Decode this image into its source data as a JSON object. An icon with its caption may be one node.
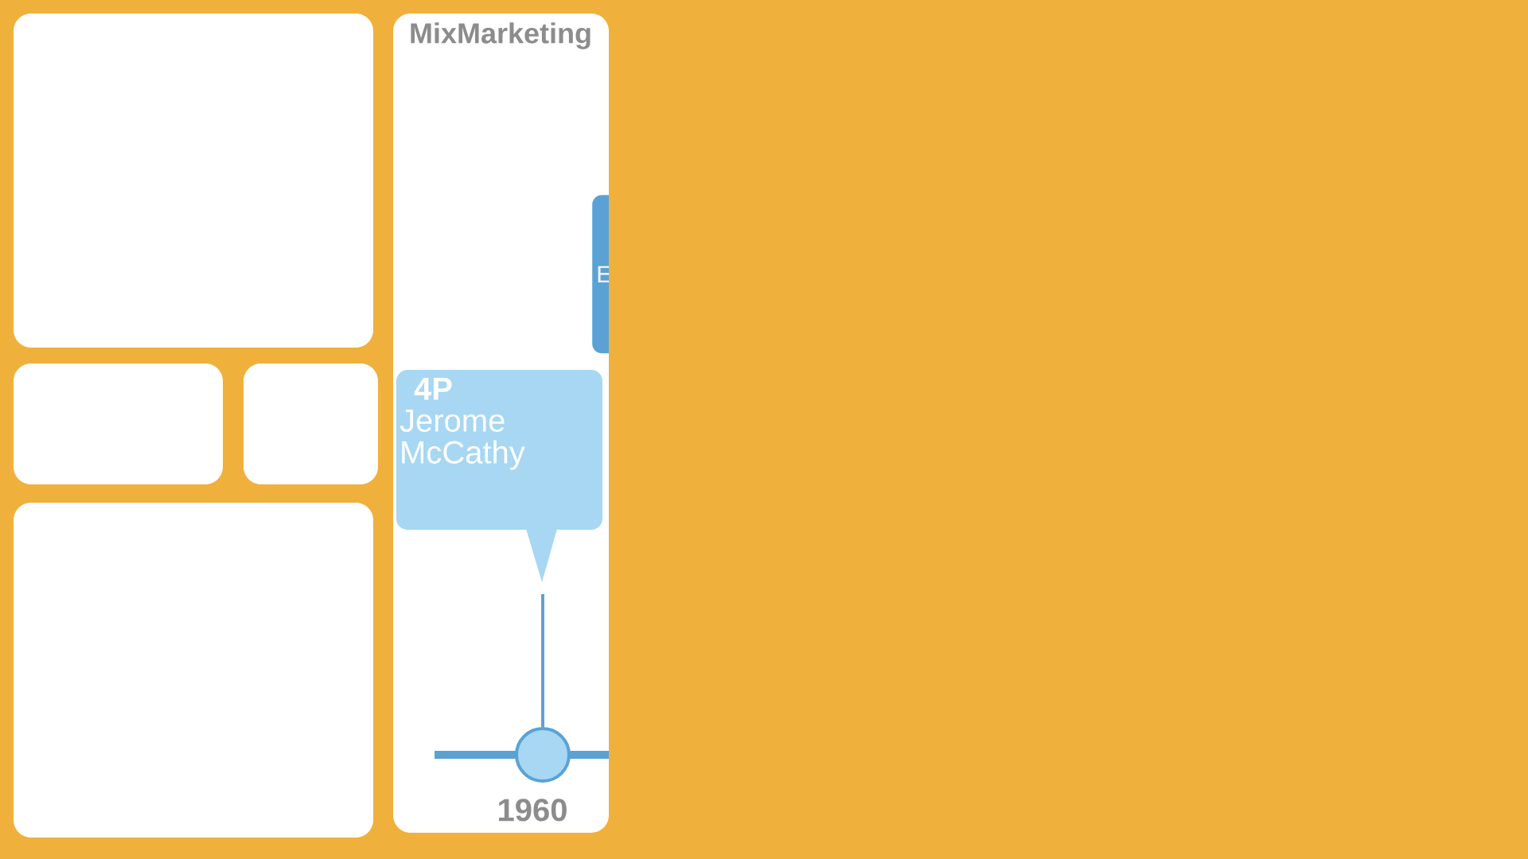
{
  "diagram": {
    "title": "MixMarketing",
    "nodes": [
      {
        "text": [],
        "shape": "box"
      },
      {
        "text": [],
        "shape": "box"
      },
      {
        "text": [],
        "shape": "box"
      },
      {
        "text": [],
        "shape": "box"
      },
      {
        "text": [],
        "shape": "box"
      },
      {
        "text": [
          "E"
        ],
        "in": 4
      },
      {
        "text": [
          "4P",
          "Jerome McCathy"
        ],
        "in": 4
      },
      {
        "text": [],
        "shape": "circle",
        "in": 4,
        "beside": [
          "1960"
        ]
      }
    ],
    "edges": [
      {
        "from": 6,
        "to": 7,
        "arrow": "none"
      }
    ]
  }
}
